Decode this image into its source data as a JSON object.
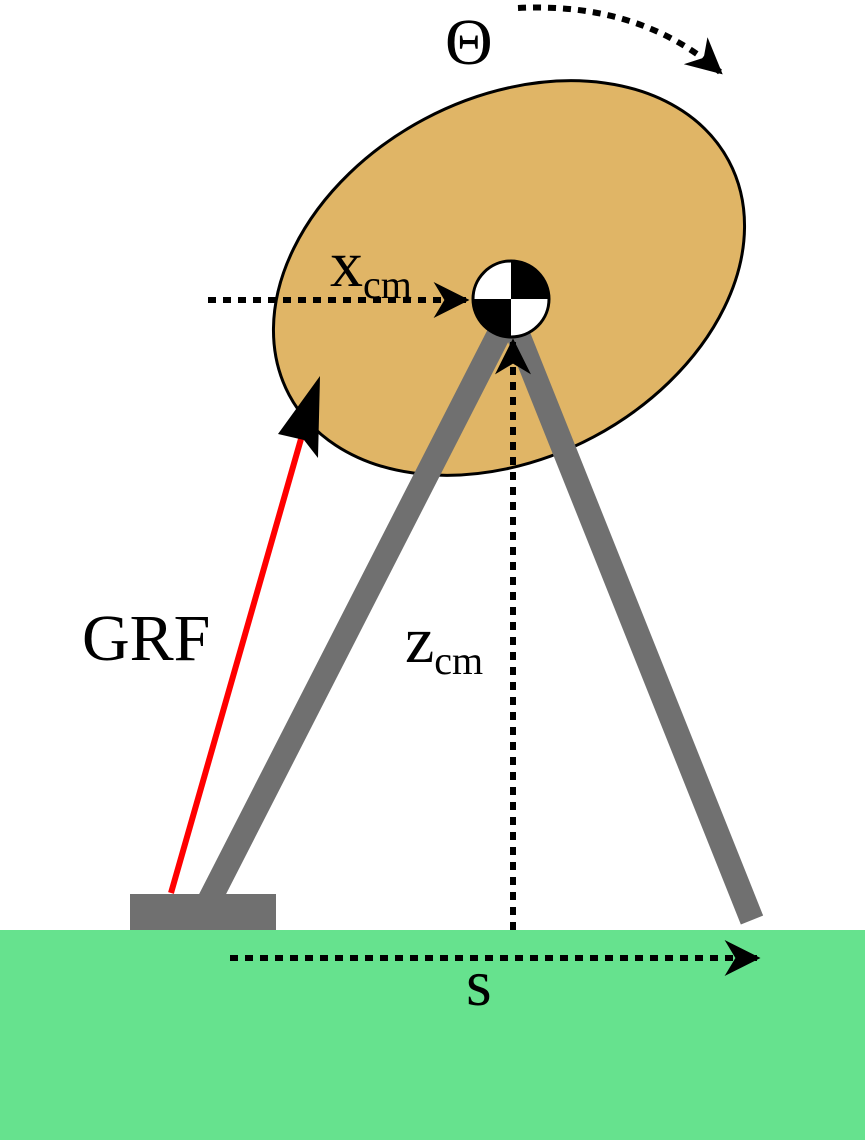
{
  "labels": {
    "theta": "Θ",
    "x_cm_main": "x",
    "x_cm_sub": "cm",
    "z_cm_main": "z",
    "z_cm_sub": "cm",
    "grf": "GRF",
    "s": "s"
  },
  "colors": {
    "ground": "#66e28e",
    "body": "#e0b566",
    "leg": "#707070",
    "foot": "#707070",
    "grf_arrow": "#ff0000",
    "dotted_arrows": "#000000",
    "com_marker_dark": "#000000",
    "com_marker_light": "#ffffff"
  },
  "icons": {
    "center_of_mass": "center-of-mass-icon"
  }
}
